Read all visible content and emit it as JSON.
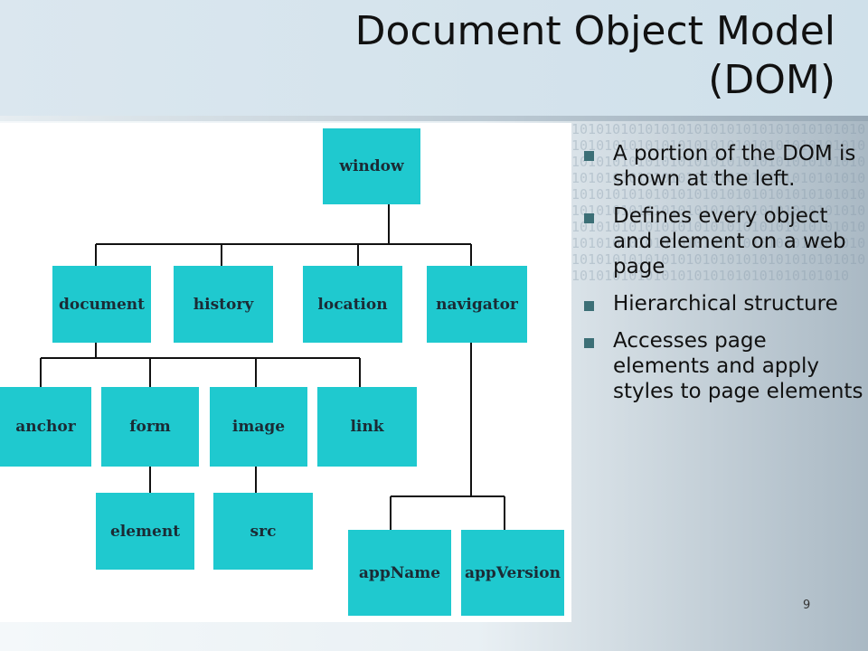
{
  "slide": {
    "title_line1": "Document Object Model",
    "title_line2": "(DOM)",
    "page_number": "9"
  },
  "background": {
    "binary_pattern": "1010101010101010101010101010101010101010101010101010101010101010101010101010101010101010101010101010101010101010101010101010101010101010101010101010101010101010101010101010101010101010101010101010101010101010101010101010101010101010101010101010101010101010101010101010101010101010101010101010101010101010101010101010101010101010101010101010101010101010101010"
  },
  "diagram": {
    "node_color": "#1fc9cf",
    "nodes": {
      "window": "window",
      "document": "document",
      "history": "history",
      "location": "location",
      "navigator": "navigator",
      "anchor": "anchor",
      "form": "form",
      "image": "image",
      "link": "link",
      "element": "element",
      "src": "src",
      "appName": "appName",
      "appVersion": "appVersion"
    }
  },
  "bullets": [
    "A portion of the DOM is shown at the left.",
    "Defines every object and element on a web page",
    "Hierarchical structure",
    "Accesses page elements and apply styles to page elements"
  ],
  "colors": {
    "bullet_marker": "#3c6f76",
    "title_band": "#d4e3ec"
  }
}
